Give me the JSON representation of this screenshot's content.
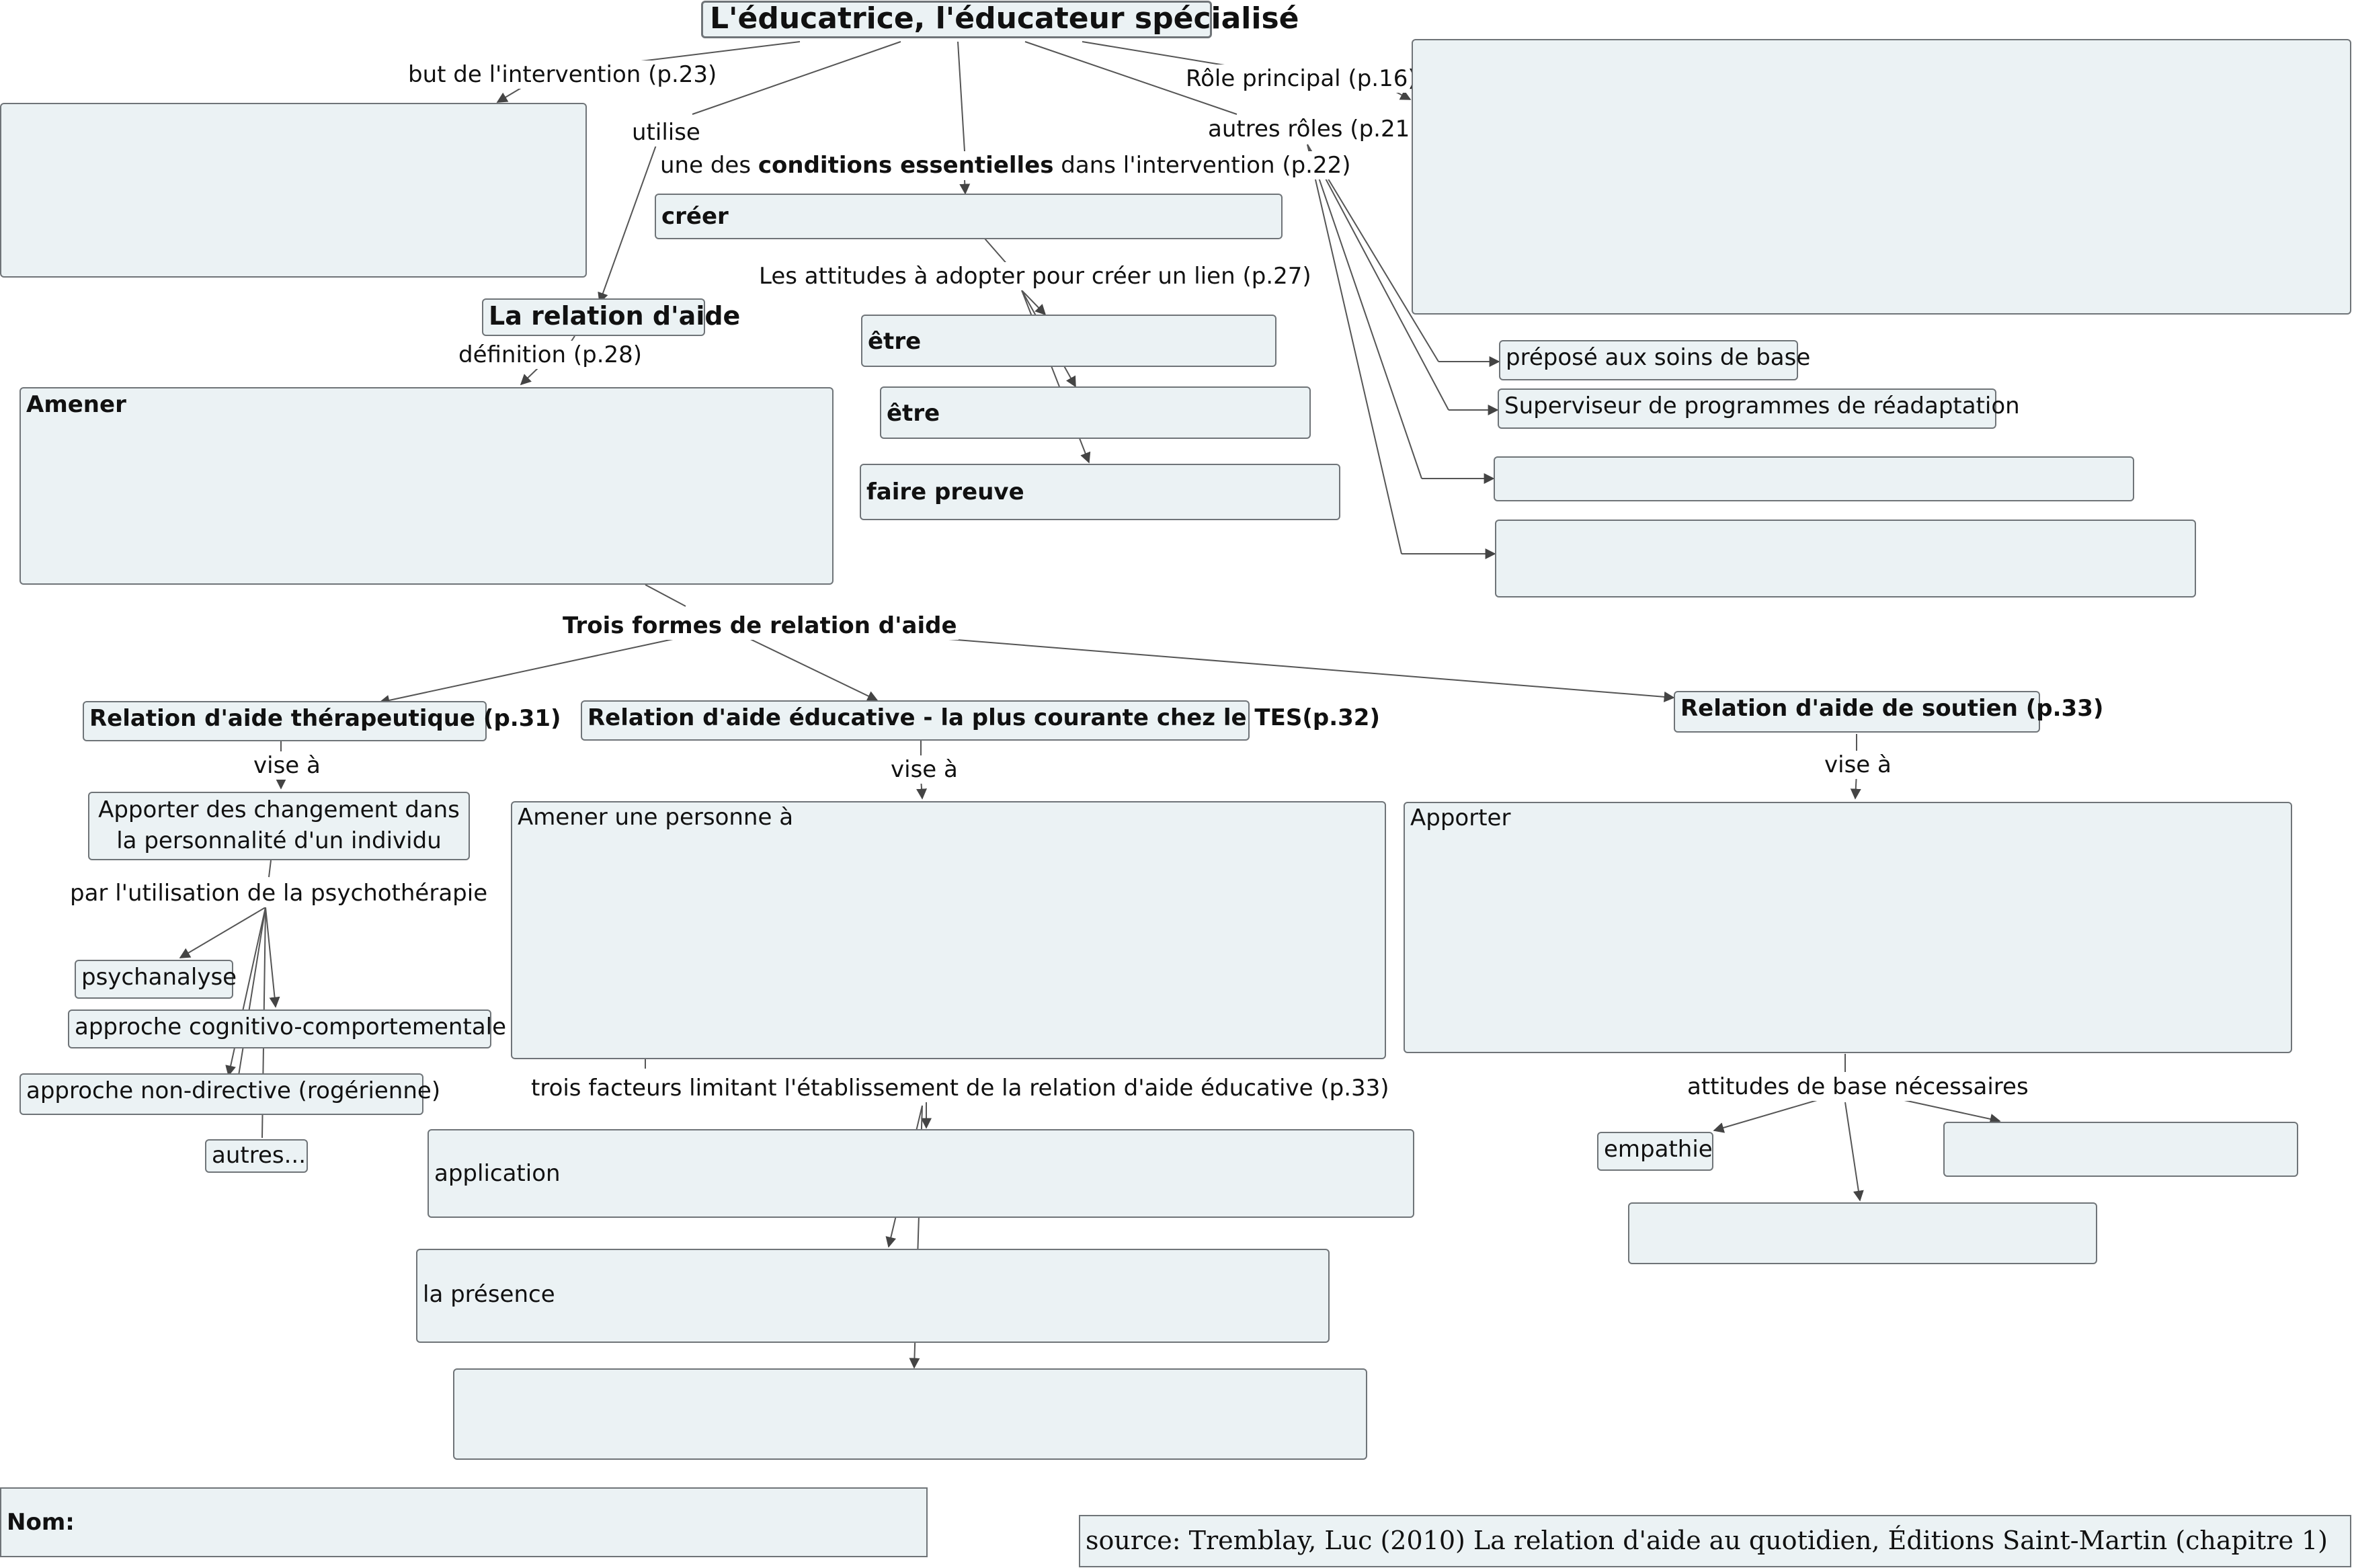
{
  "title": "L'éducatrice, l'éducateur spécialisé",
  "labels": {
    "but": "but de l'intervention  (p.23)",
    "role_principal": "Rôle principal (p.16)",
    "utilise": "utilise",
    "autres_roles": "autres rôles (p.21)",
    "conditions_pre": "une des ",
    "conditions_bold": "conditions essentielles",
    "conditions_post": " dans l'intervention (p.22)",
    "attitudes_lien": "Les attitudes à adopter pour créer un lien (p.27)",
    "definition": "définition (p.28)",
    "trois_formes": "Trois formes de relation d'aide",
    "vise_a_1": "vise à",
    "vise_a_2": "vise à",
    "vise_a_3": "vise à",
    "psychotherapie": "par l'utilisation de la psychothérapie",
    "facteurs": "trois facteurs limitant l'établissement de la relation d'aide éducative (p.33)",
    "attitudes_base": "attitudes de base nécessaires"
  },
  "nodes": {
    "creer": "créer",
    "relation_aide": "La relation d'aide",
    "amener": "Amener",
    "etre_1": "être",
    "etre_2": "être",
    "faire_preuve": "faire preuve",
    "prepose": "préposé aux soins de base",
    "superviseur": "Superviseur de programmes de réadaptation",
    "therapeutique": "Relation d'aide thérapeutique (p.31)",
    "educative": "Relation d'aide éducative - la plus courante chez le TES(p.32)",
    "soutien": "Relation d'aide de soutien (p.33)",
    "changements": "Apporter des changement dans la personnalité d'un individu",
    "amener_personne": "Amener une personne à",
    "apporter": "Apporter",
    "psychanalyse": "psychanalyse",
    "cognitivo": "approche cognitivo-comportementale",
    "non_directive": "approche non-directive (rogérienne)",
    "autres": "autres...",
    "application": "application",
    "presence": "la présence",
    "empathie": "empathie",
    "nom": "Nom:",
    "source": "source: Tremblay, Luc (2010) La relation d'aide au quotidien, Éditions Saint-Martin (chapitre 1)"
  },
  "colors": {
    "node_fill": "#ebf2f4",
    "node_border": "#6f7478",
    "link": "#555555"
  }
}
